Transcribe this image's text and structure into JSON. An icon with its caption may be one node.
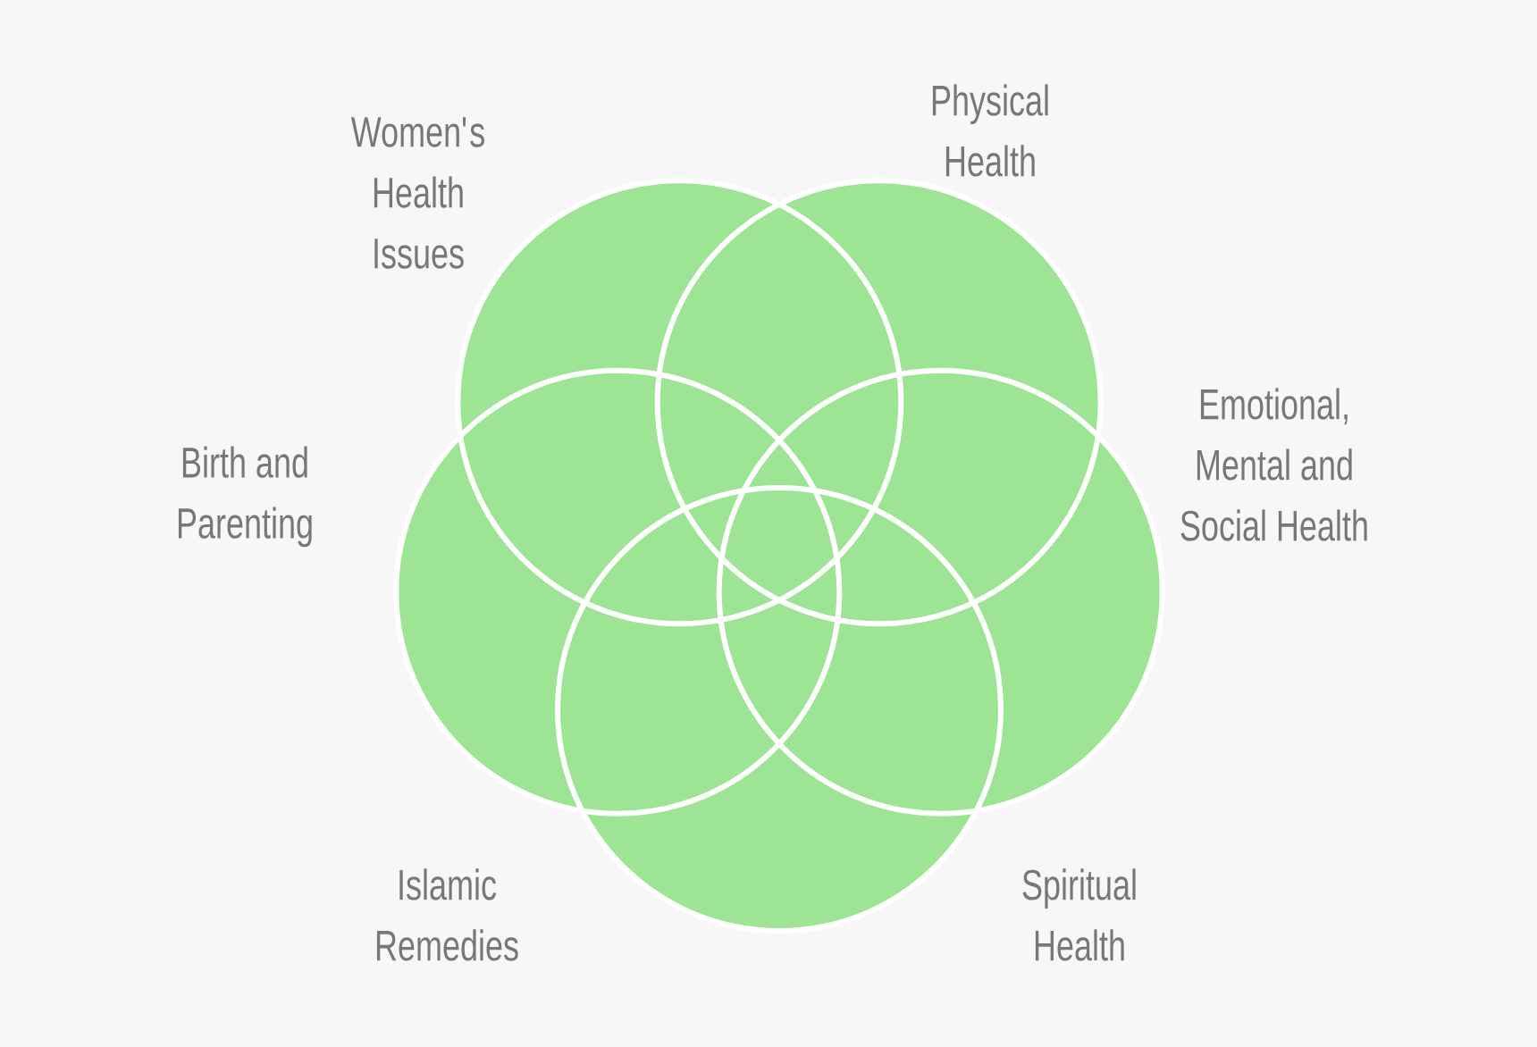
{
  "diagram": {
    "nodes": [
      {
        "text": [],
        "shape": "circle"
      },
      {
        "text": [],
        "shape": "circle"
      },
      {
        "text": [],
        "shape": "circle"
      },
      {
        "text": [],
        "shape": "circle"
      },
      {
        "text": [],
        "shape": "circle"
      }
    ],
    "labels": [
      "Women's Health Issues",
      "Physical Health",
      "Birth and Parenting",
      "Emotional, Mental and Social Health",
      "Islamic Remedies",
      "Spiritual Health"
    ]
  }
}
